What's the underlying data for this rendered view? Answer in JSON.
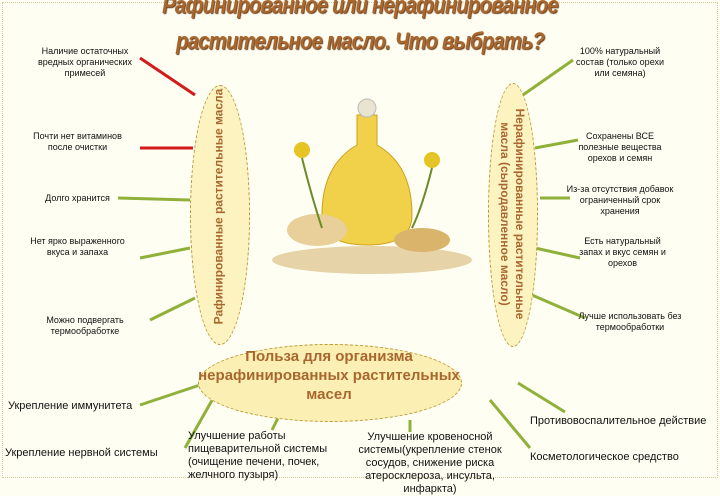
{
  "title": {
    "line1": "Рафинированное или нерафинированное",
    "line2": "растительное масло. Что  выбрать?"
  },
  "refined": {
    "label": "Рафинированные растительные масла",
    "items": [
      "Наличие остаточных вредных органических примесей",
      "Почти нет витаминов после очистки",
      "Долго хранится",
      "Нет ярко выраженного вкуса и запаха",
      "Можно подвергать термообработке"
    ]
  },
  "unrefined": {
    "label": "Нерафинированные растительные масла (сыродавленное масло)",
    "items": [
      "100% натуральный состав (только орехи или семяна)",
      "Сохранены ВСЕ полезные вещества орехов и семян",
      "Из-за отсутствия добавок ограниченный срок хранения",
      "Есть натуральный запах и вкус семян и орехов",
      "Лучше использовать без термообработки"
    ]
  },
  "benefits": {
    "label": "Польза для организма нерафинированных растительных масел",
    "items": [
      "Укрепление иммунитета",
      "Укрепление нервной системы",
      "Улучшение работы пищеварительной системы (очищение печени, почек, желчного пузыря)",
      "Улучшение кровеносной системы(укрепление стенок сосудов, снижение риска атеросклероза, инсульта, инфаркта)",
      "Противовоспалительное действие",
      "Косметологическое средство"
    ]
  },
  "colors": {
    "negative_arrow": "#d41a1a",
    "positive_arrow": "#8fb13a",
    "title": "#a8672f",
    "background": "#fffef2"
  }
}
